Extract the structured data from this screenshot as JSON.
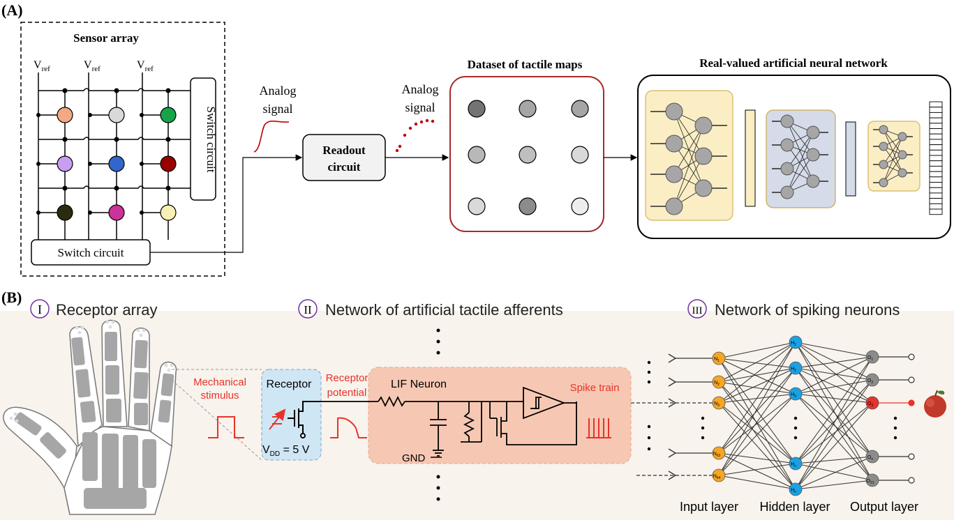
{
  "panelA": {
    "label": "(A)",
    "sensor_title": "Sensor array",
    "vref_main": "V",
    "vref_sub": "ref",
    "switch_right": "Switch circuit",
    "switch_bottom": "Switch circuit",
    "analog1_line1": "Analog",
    "analog1_line2": "signal",
    "readout_line1": "Readout",
    "readout_line2": "circuit",
    "analog2_line1": "Analog",
    "analog2_line2": "signal",
    "dataset_title": "Dataset of tactile maps",
    "ann_title": "Real-valued artificial neural network",
    "sensor_colors": [
      "#f4a984",
      "#d9d9d9",
      "#17a34a",
      "#c89ef0",
      "#3366cc",
      "#990000",
      "#2b2b0f",
      "#cc3399",
      "#f8f0b4"
    ],
    "tactile_grays": [
      "#737373",
      "#a6a6a6",
      "#a6a6a6",
      "#b8b8b8",
      "#bfbfbf",
      "#d9d9d9",
      "#d9d9d9",
      "#8c8c8c",
      "#eeeeee"
    ]
  },
  "panelB": {
    "label": "(B)",
    "section1_num": "I",
    "section1_title": "Receptor array",
    "section2_num": "II",
    "section2_title": "Network of artificial tactile afferents",
    "section3_num": "III",
    "section3_title": "Network of spiking neurons",
    "mech_line1": "Mechanical",
    "mech_line2": "stimulus",
    "receptor": "Receptor",
    "vdd_main": "V",
    "vdd_sub": "DD",
    "vdd_value": " = 5 V",
    "receptor_pot_line1": "Receptor",
    "receptor_pot_line2": "potential",
    "lif_neuron": "LIF Neuron",
    "gnd": "GND",
    "spike_train": "Spike train",
    "input_layer": "Input layer",
    "hidden_layer": "Hidden layer",
    "output_layer": "Output layer",
    "input_nodes": [
      {
        "main": "N",
        "sub": "1"
      },
      {
        "main": "N",
        "sub": "2"
      },
      {
        "main": "N",
        "sub": "3"
      },
      {
        "main": "N",
        "sub": "63"
      },
      {
        "main": "N",
        "sub": "64"
      }
    ],
    "hidden_nodes": [
      {
        "main": "H",
        "sub": "1"
      },
      {
        "main": "H",
        "sub": "2"
      },
      {
        "main": "H",
        "sub": "3"
      },
      {
        "main": "H",
        "sub": "n"
      },
      {
        "main": "H",
        "sub": "n"
      }
    ],
    "output_nodes": [
      {
        "main": "O",
        "sub": "1"
      },
      {
        "main": "O",
        "sub": "2"
      },
      {
        "main": "O",
        "sub": "3"
      },
      {
        "main": "O",
        "sub": "n"
      },
      {
        "main": "O",
        "sub": "21"
      }
    ],
    "colors": {
      "accent_red": "#e8322a",
      "input_node": "#f5a623",
      "hidden_node": "#1ba1e2",
      "output_node": "#8c8c8c",
      "output_active": "#e8322a",
      "circuit_bg": "#f6c8b3",
      "receptor_bg": "#cfe6f5",
      "hand": "#a6a6a6"
    }
  }
}
